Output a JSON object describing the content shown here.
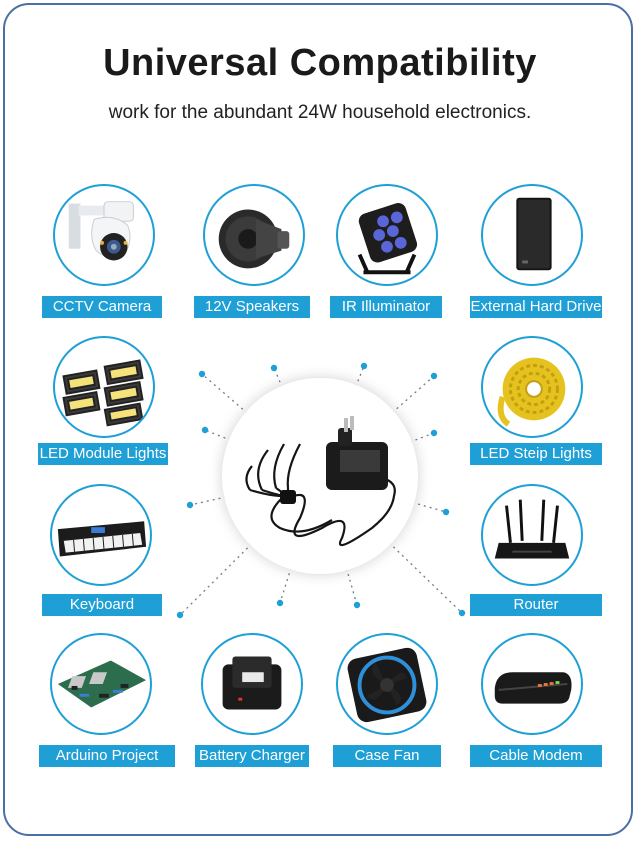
{
  "title": "Universal Compatibility",
  "subtitle": "work for the abundant 24W household electronics.",
  "colors": {
    "accent": "#1e9fd6",
    "frame": "#4a6fa5",
    "text": "#1a1a1a"
  },
  "devices": [
    {
      "label": "CCTV Camera",
      "icon": "cctv-camera-icon"
    },
    {
      "label": "12V Speakers",
      "icon": "speaker-icon"
    },
    {
      "label": "IR Illuminator",
      "icon": "ir-illuminator-icon"
    },
    {
      "label": "External Hard Drive",
      "icon": "hard-drive-icon"
    },
    {
      "label": "LED Module Lights",
      "icon": "led-module-icon"
    },
    {
      "label": "LED Steip Lights",
      "icon": "led-strip-icon"
    },
    {
      "label": "Keyboard",
      "icon": "keyboard-icon"
    },
    {
      "label": "Router",
      "icon": "router-icon"
    },
    {
      "label": "Arduino Project",
      "icon": "arduino-board-icon"
    },
    {
      "label": "Battery Charger",
      "icon": "battery-charger-icon"
    },
    {
      "label": "Case Fan",
      "icon": "case-fan-icon"
    },
    {
      "label": "Cable Modem",
      "icon": "cable-modem-icon"
    }
  ],
  "center_icon": "power-adapter-splitter-icon"
}
